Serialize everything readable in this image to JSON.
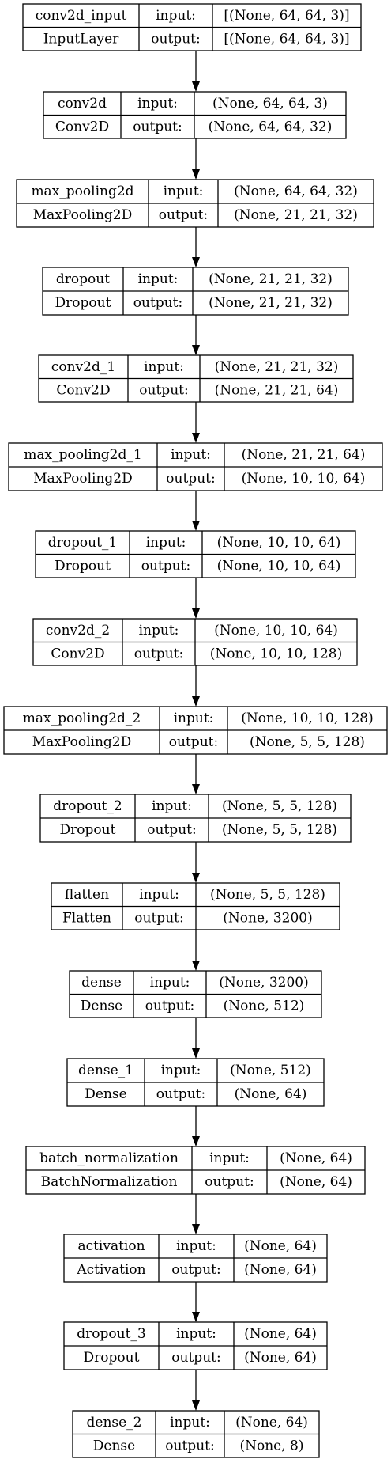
{
  "diagram": {
    "type": "keras-model-plot",
    "io_labels": {
      "input": "input:",
      "output": "output:"
    },
    "nodes": [
      {
        "name": "conv2d_input",
        "class": "InputLayer",
        "input": "[(None, 64, 64, 3)]",
        "output": "[(None, 64, 64, 3)]"
      },
      {
        "name": "conv2d",
        "class": "Conv2D",
        "input": "(None, 64, 64, 3)",
        "output": "(None, 64, 64, 32)"
      },
      {
        "name": "max_pooling2d",
        "class": "MaxPooling2D",
        "input": "(None, 64, 64, 32)",
        "output": "(None, 21, 21, 32)"
      },
      {
        "name": "dropout",
        "class": "Dropout",
        "input": "(None, 21, 21, 32)",
        "output": "(None, 21, 21, 32)"
      },
      {
        "name": "conv2d_1",
        "class": "Conv2D",
        "input": "(None, 21, 21, 32)",
        "output": "(None, 21, 21, 64)"
      },
      {
        "name": "max_pooling2d_1",
        "class": "MaxPooling2D",
        "input": "(None, 21, 21, 64)",
        "output": "(None, 10, 10, 64)"
      },
      {
        "name": "dropout_1",
        "class": "Dropout",
        "input": "(None, 10, 10, 64)",
        "output": "(None, 10, 10, 64)"
      },
      {
        "name": "conv2d_2",
        "class": "Conv2D",
        "input": "(None, 10, 10, 64)",
        "output": "(None, 10, 10, 128)"
      },
      {
        "name": "max_pooling2d_2",
        "class": "MaxPooling2D",
        "input": "(None, 10, 10, 128)",
        "output": "(None, 5, 5, 128)"
      },
      {
        "name": "dropout_2",
        "class": "Dropout",
        "input": "(None, 5, 5, 128)",
        "output": "(None, 5, 5, 128)"
      },
      {
        "name": "flatten",
        "class": "Flatten",
        "input": "(None, 5, 5, 128)",
        "output": "(None, 3200)"
      },
      {
        "name": "dense",
        "class": "Dense",
        "input": "(None, 3200)",
        "output": "(None, 512)"
      },
      {
        "name": "dense_1",
        "class": "Dense",
        "input": "(None, 512)",
        "output": "(None, 64)"
      },
      {
        "name": "batch_normalization",
        "class": "BatchNormalization",
        "input": "(None, 64)",
        "output": "(None, 64)"
      },
      {
        "name": "activation",
        "class": "Activation",
        "input": "(None, 64)",
        "output": "(None, 64)"
      },
      {
        "name": "dropout_3",
        "class": "Dropout",
        "input": "(None, 64)",
        "output": "(None, 64)"
      },
      {
        "name": "dense_2",
        "class": "Dense",
        "input": "(None, 64)",
        "output": "(None, 8)"
      }
    ],
    "colors": {
      "stroke": "#000000",
      "background": "#ffffff",
      "text": "#000000"
    }
  }
}
